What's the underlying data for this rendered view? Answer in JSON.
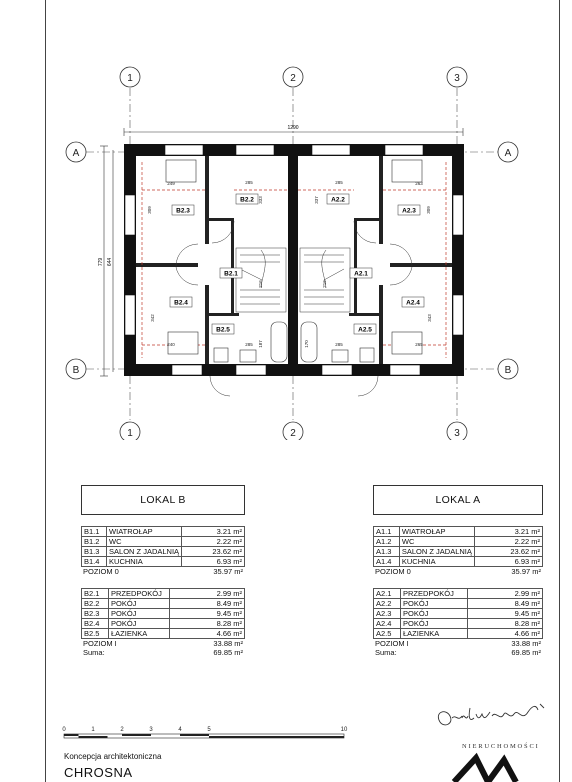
{
  "plan": {
    "axes_x": [
      "1",
      "2",
      "3"
    ],
    "axes_y": [
      "A",
      "B"
    ],
    "overall_width": "1290",
    "overall_depth": "779",
    "overall_depth_2": "644",
    "room_labels": {
      "b23": "B2.3",
      "b22": "B2.2",
      "b21": "B2.1",
      "b24": "B2.4",
      "b25": "B2.5",
      "a22": "A2.2",
      "a23": "A2.3",
      "a21": "A2.1",
      "a24": "A2.4",
      "a25": "A2.5"
    },
    "dims": {
      "d249": "249",
      "d285a": "285",
      "d285b": "285",
      "d263": "263",
      "d309": "309",
      "d333": "333",
      "d337": "337",
      "d309b": "309",
      "d342": "342",
      "d343": "343",
      "d240": "240",
      "d285c": "285",
      "d285d": "285",
      "d265": "265",
      "d187": "187",
      "d170": "170",
      "d216": "216",
      "d216b": "216"
    }
  },
  "lokal_b": {
    "title": "LOKAL B",
    "floor0": [
      {
        "code": "B1.1",
        "name": "WIATROŁAP",
        "area": "3.21 m²"
      },
      {
        "code": "B1.2",
        "name": "WC",
        "area": "2.22 m²"
      },
      {
        "code": "B1.3",
        "name": "SALON Z JADALNIĄ",
        "area": "23.62 m²"
      },
      {
        "code": "B1.4",
        "name": "KUCHNIA",
        "area": "6.93 m²"
      }
    ],
    "floor0_label": "POZIOM 0",
    "floor0_total": "35.97 m²",
    "floor1": [
      {
        "code": "B2.1",
        "name": "PRZEDPOKÓJ",
        "area": "2.99 m²"
      },
      {
        "code": "B2.2",
        "name": "POKÓJ",
        "area": "8.49 m²"
      },
      {
        "code": "B2.3",
        "name": "POKÓJ",
        "area": "9.45 m²"
      },
      {
        "code": "B2.4",
        "name": "POKÓJ",
        "area": "8.28 m²"
      },
      {
        "code": "B2.5",
        "name": "ŁAZIENKA",
        "area": "4.66 m²"
      }
    ],
    "floor1_label": "POZIOM I",
    "floor1_total": "33.88 m²",
    "sum_label": "Suma:",
    "sum_total": "69.85 m²"
  },
  "lokal_a": {
    "title": "LOKAL A",
    "floor0": [
      {
        "code": "A1.1",
        "name": "WIATROŁAP",
        "area": "3.21 m²"
      },
      {
        "code": "A1.2",
        "name": "WC",
        "area": "2.22 m²"
      },
      {
        "code": "A1.3",
        "name": "SALON Z JADALNIĄ",
        "area": "23.62 m²"
      },
      {
        "code": "A1.4",
        "name": "KUCHNIA",
        "area": "6.93 m²"
      }
    ],
    "floor0_label": "POZIOM 0",
    "floor0_total": "35.97 m²",
    "floor1": [
      {
        "code": "A2.1",
        "name": "PRZEDPOKÓJ",
        "area": "2.99 m²"
      },
      {
        "code": "A2.2",
        "name": "POKÓJ",
        "area": "8.49 m²"
      },
      {
        "code": "A2.3",
        "name": "POKÓJ",
        "area": "9.45 m²"
      },
      {
        "code": "A2.4",
        "name": "POKÓJ",
        "area": "8.28 m²"
      },
      {
        "code": "A2.5",
        "name": "ŁAZIENKA",
        "area": "4.66 m²"
      }
    ],
    "floor1_label": "POZIOM I",
    "floor1_total": "33.88 m²",
    "sum_label": "Suma:",
    "sum_total": "69.85 m²"
  },
  "scale": {
    "ticks": [
      "0",
      "1",
      "2",
      "3",
      "4",
      "5",
      "10"
    ]
  },
  "footer": {
    "subtitle": "Koncepcja architektoniczna",
    "title": "CHROSNA"
  },
  "logo": {
    "signature": "Orlinski",
    "company": "NIERUCHOMOŚCI"
  }
}
